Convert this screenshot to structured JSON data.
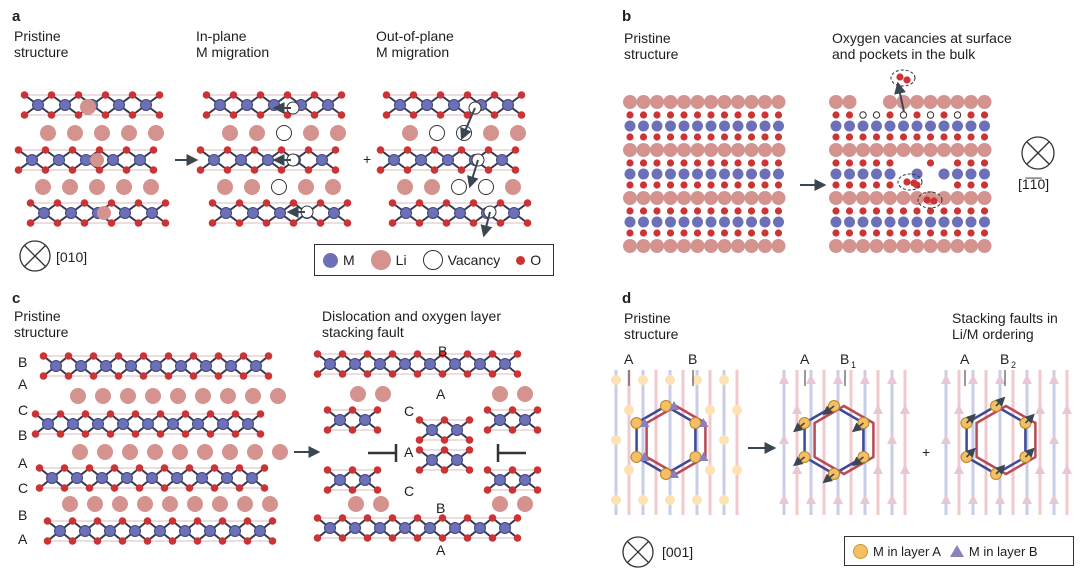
{
  "colors": {
    "M": "#6c70b8",
    "M_stroke": "#40457e",
    "Li": "#d4938e",
    "O": "#cc3334",
    "bond": "#33374a",
    "arrow": "#3a4650",
    "orangeAtom": "#f5c063",
    "purpleTri": "#8b80bb",
    "hexRed": "#b84a55",
    "hexBlue": "#3e4a96"
  },
  "panel_a": {
    "label": "a",
    "captions": [
      "Pristine\nstructure",
      "In-plane\nM migration",
      "Out-of-plane\nM migration"
    ],
    "plus": "+",
    "axis": "[010]",
    "legend": {
      "M": "M",
      "Li": "Li",
      "Vacancy": "Vacancy",
      "O": "O"
    }
  },
  "panel_b": {
    "label": "b",
    "captions": [
      "Pristine\nstructure",
      "Oxygen vacancies at surface\nand pockets in the bulk"
    ],
    "axis": "[1̅1̅0]"
  },
  "panel_c": {
    "label": "c",
    "captions": [
      "Pristine\nstructure",
      "Dislocation and oxygen layer\nstacking fault"
    ],
    "left_stack": [
      "B",
      "A",
      "C",
      "B",
      "A",
      "C",
      "B",
      "A"
    ],
    "right_labels": [
      "B",
      "A",
      "C",
      "A",
      "C",
      "B",
      "A"
    ]
  },
  "panel_d": {
    "label": "d",
    "captions": [
      "Pristine\nstructure",
      "Stacking faults in\nLi/M ordering"
    ],
    "plus": "+",
    "site_labels": [
      "A",
      "B",
      "A",
      "B",
      "1",
      "A",
      "B",
      "2"
    ],
    "axis": "[001]",
    "legend": {
      "A": "M in layer A",
      "B": "M in layer B"
    }
  }
}
